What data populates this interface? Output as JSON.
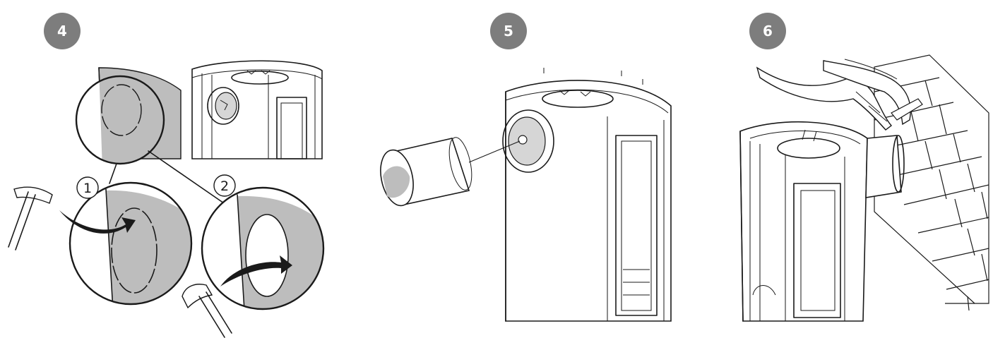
{
  "steps": [
    {
      "number": "4"
    },
    {
      "number": "5"
    },
    {
      "number": "6"
    }
  ],
  "substeps": [
    {
      "number": "1"
    },
    {
      "number": "2"
    }
  ],
  "colors": {
    "badge": "#7d7d7d",
    "panel_fill": "#bdbdbd",
    "line": "#1a1a1a",
    "background": "#ffffff"
  }
}
